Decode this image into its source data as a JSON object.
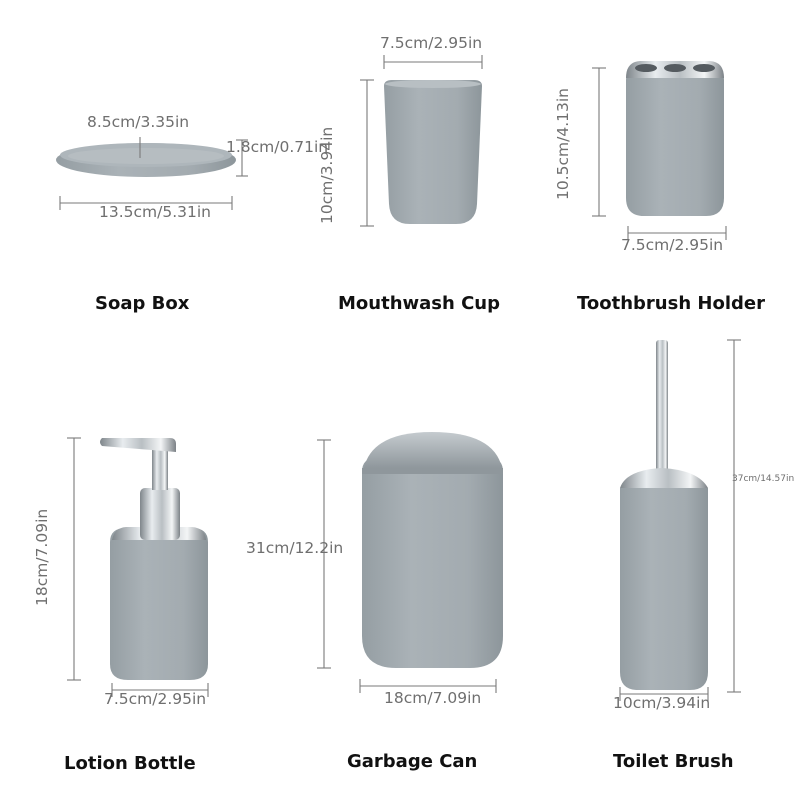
{
  "colors": {
    "body_gray": "#a4acb1",
    "body_shadow": "#8e979c",
    "chrome": "#c9ced2",
    "chrome_dark": "#7c8287",
    "dimension_line": "#7a7a7a",
    "label_text": "#111111",
    "dimension_text": "#6f6f6f"
  },
  "products": [
    {
      "name": "Soap Box",
      "dimensions": [
        "8.5cm/3.35in",
        "1.8cm/0.71in",
        "13.5cm/5.31in"
      ]
    },
    {
      "name": "Mouthwash Cup",
      "dimensions": [
        "7.5cm/2.95in",
        "10cm/3.94in"
      ]
    },
    {
      "name": "Toothbrush Holder",
      "dimensions": [
        "10.5cm/4.13in",
        "7.5cm/2.95in"
      ]
    },
    {
      "name": "Lotion Bottle",
      "dimensions": [
        "18cm/7.09in",
        "7.5cm/2.95in"
      ]
    },
    {
      "name": "Garbage Can",
      "dimensions": [
        "31cm/12.2in",
        "18cm/7.09in"
      ]
    },
    {
      "name": "Toilet Brush",
      "dimensions": [
        "37cm/14.57in",
        "10cm/3.94in"
      ]
    }
  ]
}
